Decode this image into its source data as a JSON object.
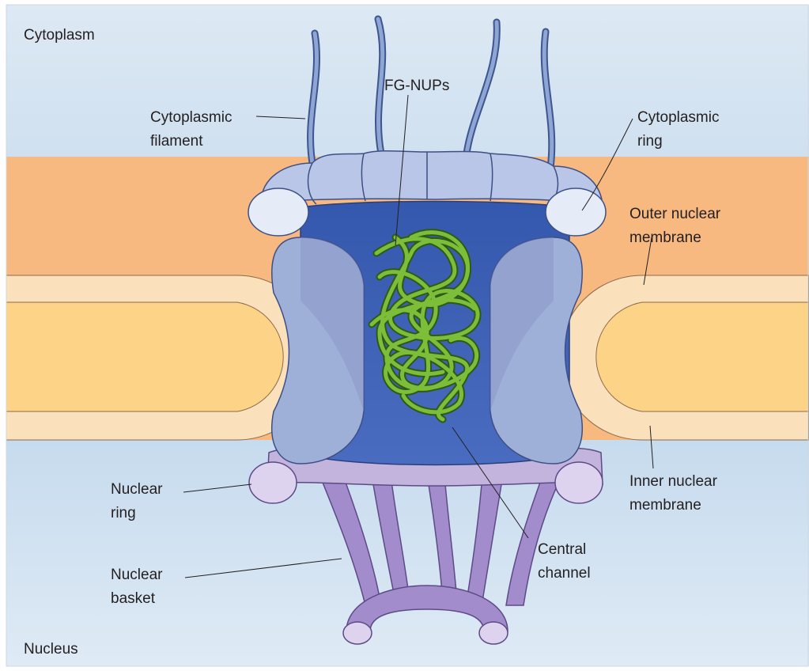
{
  "regions": {
    "cytoplasm": "Cytoplasm",
    "nucleus": "Nucleus"
  },
  "labels": {
    "cytoplasmic_filament": [
      "Cytoplasmic",
      "filament"
    ],
    "fg_nups": "FG-NUPs",
    "cytoplasmic_ring": [
      "Cytoplasmic",
      "ring"
    ],
    "outer_nuclear_membrane": [
      "Outer nuclear",
      "membrane"
    ],
    "inner_nuclear_membrane": [
      "Inner nuclear",
      "membrane"
    ],
    "nuclear_ring": [
      "Nuclear",
      "ring"
    ],
    "nuclear_basket": [
      "Nuclear",
      "basket"
    ],
    "central_channel": [
      "Central",
      "channel"
    ]
  },
  "colors": {
    "cytoplasm_bg": "#dde9f4",
    "nucleus_bg": "#c9ddef",
    "outer_membrane": "#f7b980",
    "lumen": "#fdd487",
    "membrane_rim": "#fbe0bc",
    "central_channel": "#3d5fb0",
    "scaffold": "#9fb0d8",
    "ring_light": "#e3e8f6",
    "nuclear_ring": "#c3b4de",
    "basket": "#a38ccc",
    "fg_nups": "#7cbe3a"
  }
}
